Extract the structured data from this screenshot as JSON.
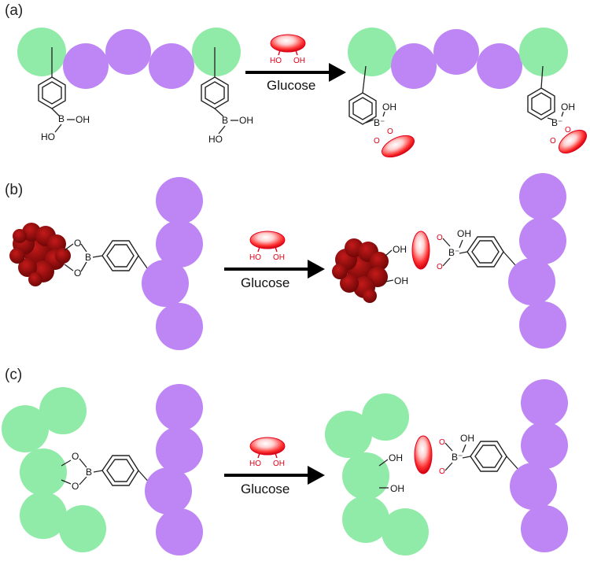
{
  "colors": {
    "green_monomer": "#90EBA8",
    "purple_monomer": "#BE86F5",
    "glucose_red": "#E0001A",
    "protein_red": "#8B0A0A",
    "arrow": "#000000"
  },
  "panels": [
    {
      "label": "(a)",
      "arrow_label": "Glucose"
    },
    {
      "label": "(b)",
      "arrow_label": "Glucose"
    },
    {
      "label": "(c)",
      "arrow_label": "Glucose"
    }
  ],
  "atoms": {
    "B": "B",
    "OH": "OH",
    "HO": "HO",
    "O": "O",
    "B_minus": "B⁻"
  },
  "icons": [
    "glucose-icon",
    "phenylboronic-acid-icon",
    "protein-icon",
    "reaction-arrow-icon"
  ]
}
